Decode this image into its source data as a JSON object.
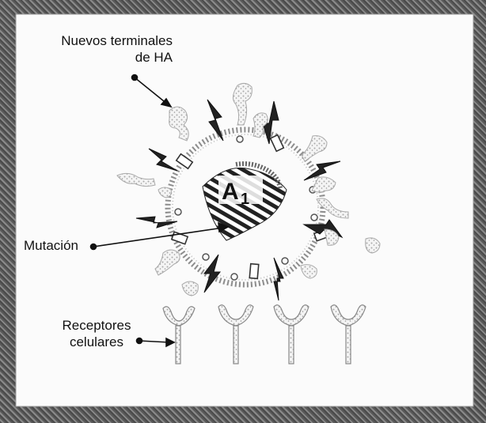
{
  "labels": {
    "new_terminals_line1": "Nuevos terminales",
    "new_terminals_line2": "de HA",
    "mutation": "Mutación",
    "receptors_line1": "Receptores",
    "receptors_line2": "celulares",
    "antigen": "A",
    "antigen_subscript": "1"
  }
}
